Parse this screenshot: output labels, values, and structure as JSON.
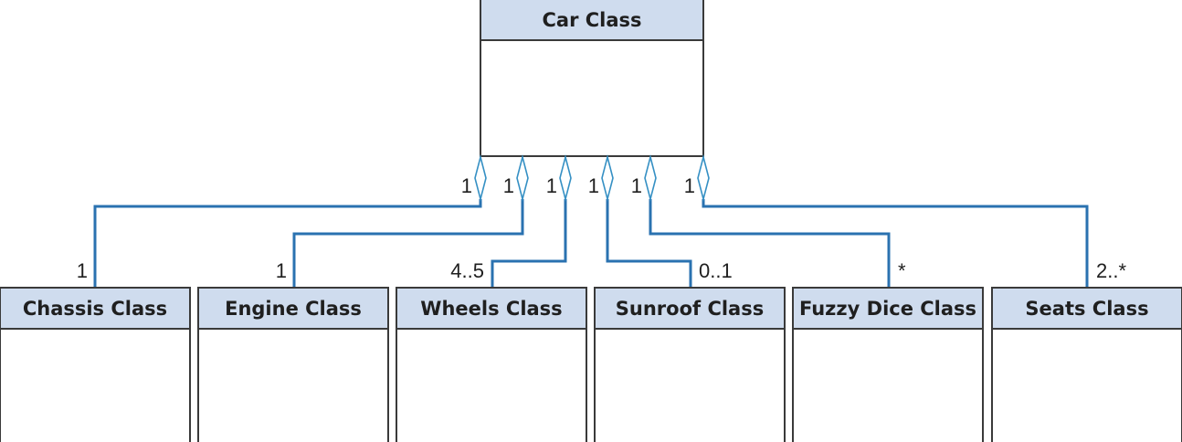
{
  "colors": {
    "header_fill": "#cfdcee",
    "border": "#3a3a3a",
    "connector": "#2a72b0",
    "diamond": "#3590c4"
  },
  "parent": {
    "name": "Car Class"
  },
  "children": [
    {
      "name": "Chassis Class",
      "parent_multiplicity": "1",
      "child_multiplicity": "1"
    },
    {
      "name": "Engine Class",
      "parent_multiplicity": "1",
      "child_multiplicity": "1"
    },
    {
      "name": "Wheels Class",
      "parent_multiplicity": "1",
      "child_multiplicity": "4..5"
    },
    {
      "name": "Sunroof Class",
      "parent_multiplicity": "1",
      "child_multiplicity": "0..1"
    },
    {
      "name": "Fuzzy Dice Class",
      "parent_multiplicity": "1",
      "child_multiplicity": "*"
    },
    {
      "name": "Seats Class",
      "parent_multiplicity": "1",
      "child_multiplicity": "2..*"
    }
  ]
}
